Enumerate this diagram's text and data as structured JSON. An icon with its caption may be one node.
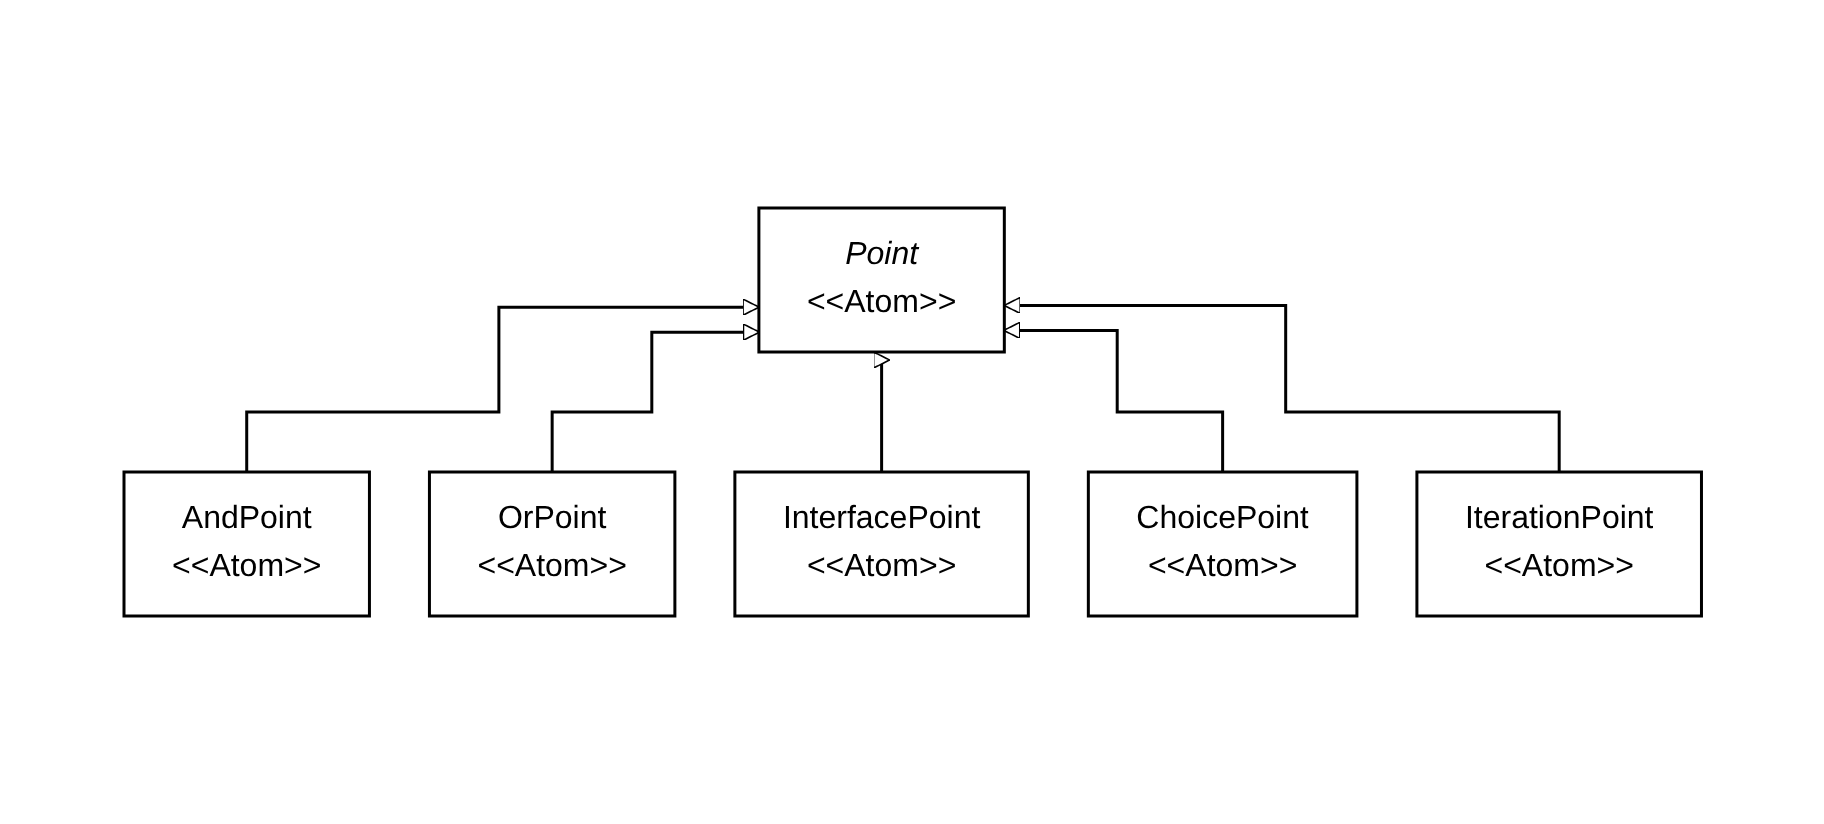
{
  "diagram": {
    "nodes": [
      {
        "text": [
          "Point",
          "<<Atom>>"
        ]
      },
      {
        "text": [
          "AndPoint",
          "<<Atom>>"
        ]
      },
      {
        "text": [
          "OrPoint",
          "<<Atom>>"
        ]
      },
      {
        "text": [
          "InterfacePoint",
          "<<Atom>>"
        ]
      },
      {
        "text": [
          "ChoicePoint",
          "<<Atom>>"
        ]
      },
      {
        "text": [
          "IterationPoint",
          "<<Atom>>"
        ]
      }
    ],
    "edges": [
      {
        "from": 1,
        "to": 0,
        "arrow": "to"
      },
      {
        "from": 2,
        "to": 0,
        "arrow": "to"
      },
      {
        "from": 3,
        "to": 0,
        "arrow": "to"
      },
      {
        "from": 4,
        "to": 0,
        "arrow": "to"
      },
      {
        "from": 5,
        "to": 0,
        "arrow": "to"
      }
    ]
  }
}
